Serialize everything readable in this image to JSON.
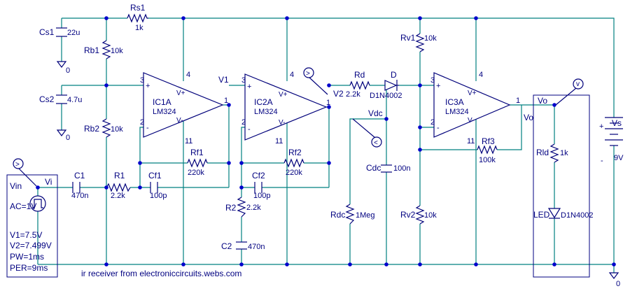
{
  "caption": "ir receiver from electroniccircuits.webs.com",
  "components": {
    "rs1": {
      "name": "Rs1",
      "value": "1k"
    },
    "cs1": {
      "name": "Cs1",
      "value": "22u"
    },
    "rb1": {
      "name": "Rb1",
      "value": "10k"
    },
    "cs2": {
      "name": "Cs2",
      "value": "4.7u"
    },
    "rb2": {
      "name": "Rb2",
      "value": "10k"
    },
    "c1": {
      "name": "C1",
      "value": "470n"
    },
    "r1": {
      "name": "R1",
      "value": "2.2k"
    },
    "cf1": {
      "name": "Cf1",
      "value": "100p"
    },
    "rf1": {
      "name": "Rf1",
      "value": "220k"
    },
    "ic1": {
      "name": "IC1A",
      "part": "LM324"
    },
    "ic2": {
      "name": "IC2A",
      "part": "LM324"
    },
    "cf2": {
      "name": "Cf2",
      "value": "100p"
    },
    "rf2": {
      "name": "Rf2",
      "value": "220k"
    },
    "r2": {
      "name": "R2",
      "value": "2.2k"
    },
    "c2": {
      "name": "C2",
      "value": "470n"
    },
    "rd": {
      "name": "Rd",
      "value": "2.2k"
    },
    "d": {
      "name": "D",
      "value": "D1N4002"
    },
    "cdc": {
      "name": "Cdc",
      "value": "100n"
    },
    "rdc": {
      "name": "Rdc",
      "value": "1Meg"
    },
    "rv1": {
      "name": "Rv1",
      "value": "10k"
    },
    "rv2": {
      "name": "Rv2",
      "value": "10k"
    },
    "ic3": {
      "name": "IC3A",
      "part": "LM324"
    },
    "rf3": {
      "name": "Rf3",
      "value": "100k"
    },
    "rld": {
      "name": "Rld",
      "value": "1k"
    },
    "led": {
      "name": "LED",
      "value": "D1N4002"
    },
    "vs": {
      "name": "Vs",
      "value": "9V"
    }
  },
  "source": {
    "name": "Vin",
    "ac": "AC=1V",
    "v1": "V1=7.5V",
    "v2": "V2=7.499V",
    "pw": "PW=1ms",
    "per": "PER=9ms"
  },
  "nets": {
    "vi": "Vi",
    "v1": "V1",
    "v2": "V2",
    "vdc": "Vdc",
    "vo": "Vo",
    "vo_box": "Vo"
  },
  "pins": {
    "ic1": {
      "in_plus": "3",
      "in_minus": "2",
      "out": "1",
      "vcc": "4",
      "gnd": "11",
      "vp": "V+",
      "vm": "V-",
      "plus": "+",
      "minus": "-"
    },
    "ic2": {
      "in_plus": "3",
      "in_minus": "2",
      "out": "1",
      "vcc": "4",
      "gnd": "11",
      "vp": "V+",
      "vm": "V-",
      "plus": "+",
      "minus": "-"
    },
    "ic3": {
      "in_plus": "3",
      "in_minus": "2",
      "out": "1",
      "vcc": "4",
      "gnd": "11",
      "vp": "V+",
      "vm": "V-",
      "plus": "+",
      "minus": "-"
    }
  },
  "ground_labels": {
    "g_cs1": "0",
    "g_cs2": "0",
    "g_main": "0"
  },
  "supply": {
    "plus": "+",
    "minus": "-"
  },
  "probe": {
    "voltage_glyph": ">",
    "ac_glyph": "<",
    "marker": "v"
  }
}
